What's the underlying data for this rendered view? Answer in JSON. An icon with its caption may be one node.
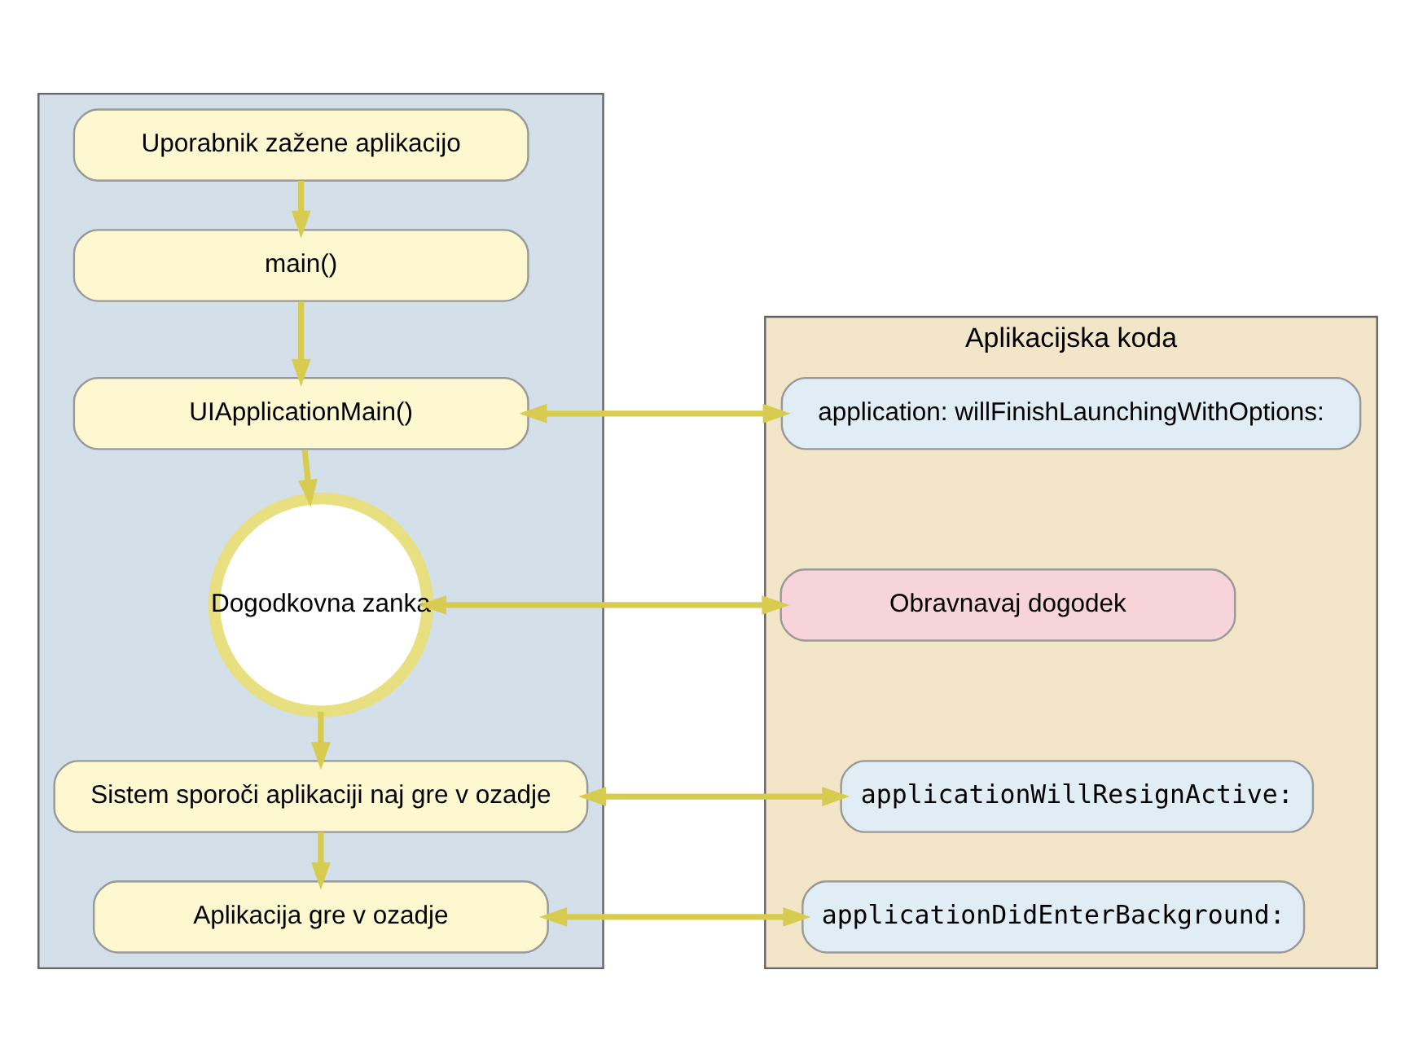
{
  "diagram": {
    "nodes": [
      {
        "text": [],
        "shape": "box"
      },
      {
        "text": [
          "Aplikacijska koda"
        ]
      },
      {
        "text": [
          "Uporabnik zažene aplikacijo"
        ],
        "in": 0
      },
      {
        "text": [
          "main()"
        ],
        "in": 0
      },
      {
        "text": [
          "UIApplicationMain()"
        ],
        "in": 0
      },
      {
        "text": [
          "Dogodkovna zanka"
        ],
        "in": 0
      },
      {
        "text": [
          "Sistem sporoči aplikaciji naj gre v ozadje"
        ],
        "in": 0
      },
      {
        "text": [
          "Aplikacija gre v ozadje"
        ],
        "in": 0
      },
      {
        "text": [
          "application: willFinishLaunchingWithOptions:"
        ],
        "in": 1
      },
      {
        "text": [
          "Obravnavaj dogodek"
        ],
        "in": 1
      },
      {
        "text": [
          "applicationWillResignActive:"
        ],
        "in": 1
      },
      {
        "text": [
          "applicationDidEnterBackground:"
        ],
        "in": 1
      }
    ],
    "edges": [
      {
        "from": 2,
        "to": 3,
        "arrow": "to"
      },
      {
        "from": 3,
        "to": 4,
        "arrow": "to"
      },
      {
        "from": 4,
        "to": 5,
        "arrow": "to"
      },
      {
        "from": 5,
        "to": 6,
        "arrow": "to"
      },
      {
        "from": 6,
        "to": 7,
        "arrow": "to"
      },
      {
        "from": 4,
        "to": 8,
        "arrow": "both"
      },
      {
        "from": 5,
        "to": 9,
        "arrow": "both"
      },
      {
        "from": 6,
        "to": 10,
        "arrow": "both"
      },
      {
        "from": 7,
        "to": 11,
        "arrow": "both"
      }
    ]
  }
}
